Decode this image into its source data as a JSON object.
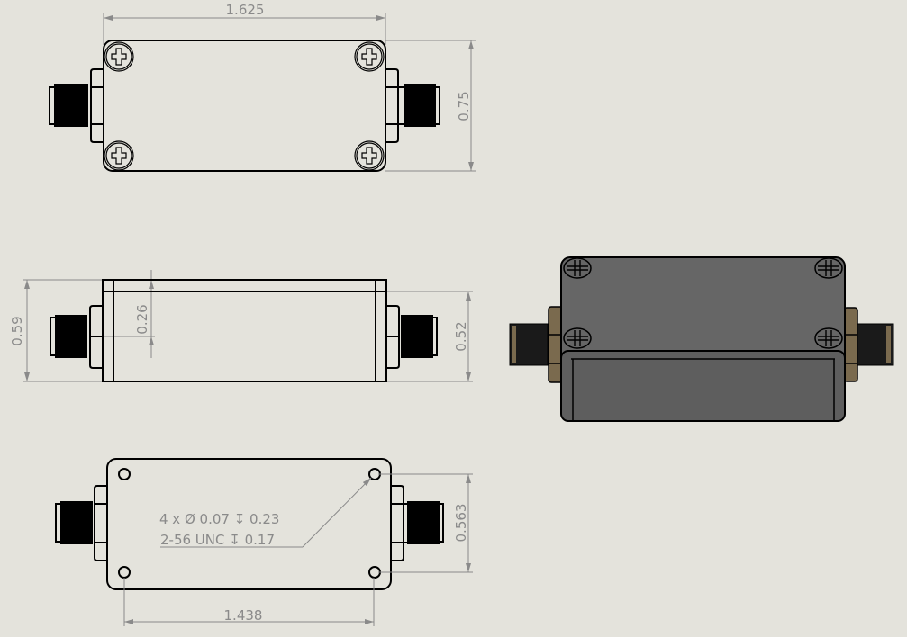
{
  "drawing": {
    "colors": {
      "background": "#e4e3dc",
      "dimension": "#8a8a8a",
      "edge": "#000000",
      "iso_body": "#666666",
      "iso_connector_nut": "#7a6a4e"
    },
    "top_view": {
      "width_dim": "1.625",
      "height_dim": "0.75"
    },
    "front_view": {
      "overall_height_dim": "0.59",
      "connector_height_dim": "0.26",
      "body_height_dim": "0.52"
    },
    "bottom_view": {
      "hole_callout_line1": "4 x Ø 0.07 ↧ 0.23",
      "hole_callout_line2": "2-56 UNC ↧ 0.17",
      "hole_spacing_x_dim": "1.438",
      "hole_spacing_y_dim": "0.563"
    },
    "iso_view": {
      "label": ""
    }
  }
}
